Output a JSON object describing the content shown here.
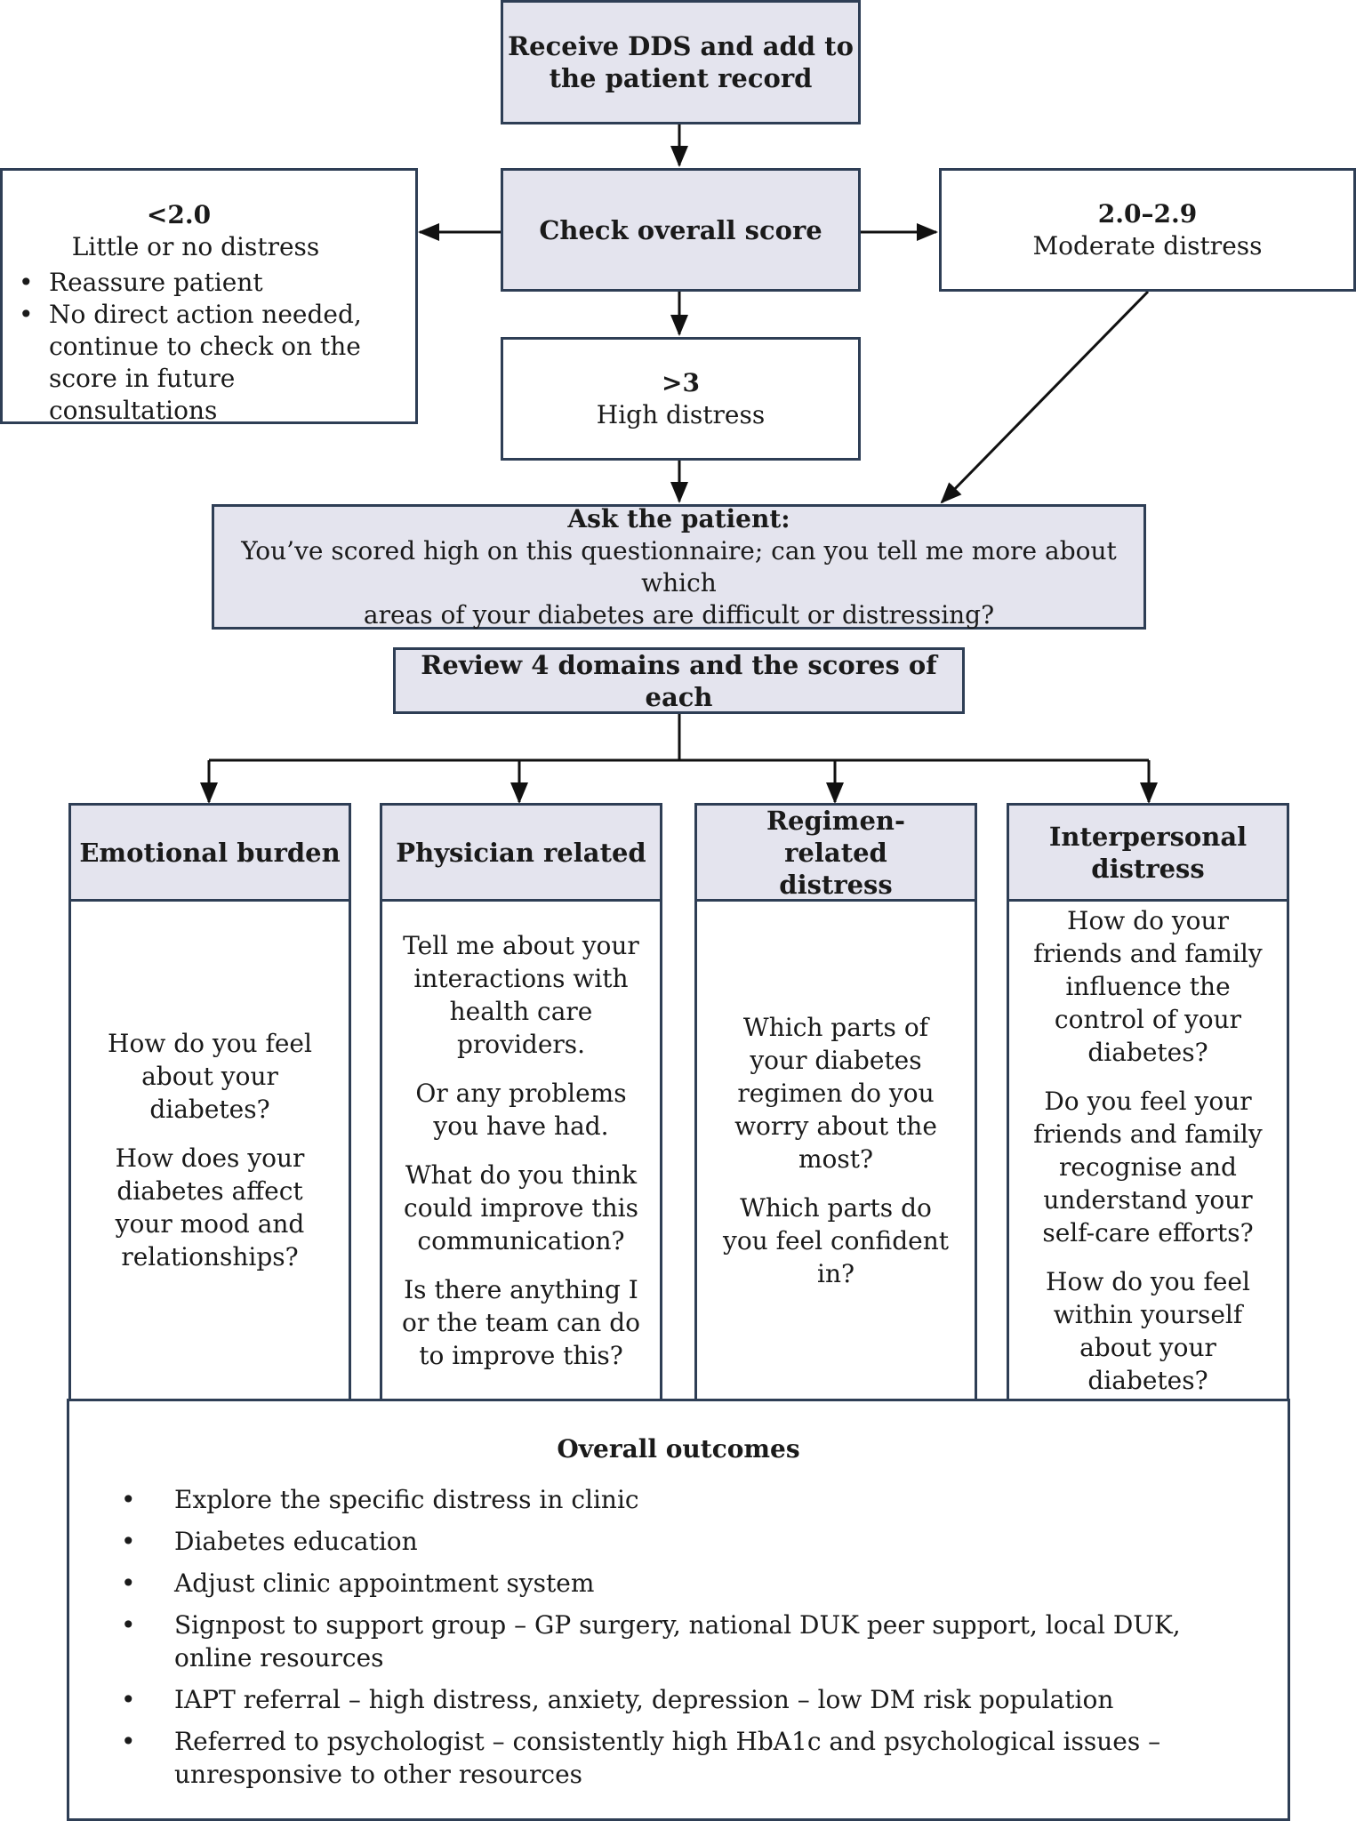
{
  "start": {
    "line1": "Receive DDS and add to",
    "line2": "the patient record"
  },
  "check": {
    "label": "Check overall score"
  },
  "low": {
    "score": "<2.0",
    "label": "Little or no distress",
    "bullets": [
      "Reassure patient",
      "No direct action needed, continue to check on the score in future consultations"
    ]
  },
  "moderate": {
    "score": "2.0–2.9",
    "label": "Moderate distress"
  },
  "high": {
    "score": ">3",
    "label": "High distress"
  },
  "ask": {
    "title": "Ask the patient:",
    "line1": "You’ve scored high on this questionnaire; can you tell me more about which",
    "line2": "areas of your diabetes are difficult or distressing?"
  },
  "review": {
    "label": "Review 4 domains and the scores of each"
  },
  "domains": [
    {
      "title": "Emotional burden",
      "questions": [
        "How do you feel about your diabetes?",
        "How does your diabetes affect your mood and relationships?"
      ]
    },
    {
      "title": "Physician related",
      "questions": [
        "Tell me about your interactions with health care providers.",
        "Or any problems you have had.",
        "What do you think could improve this communication?",
        "Is there anything I or the team can do to improve this?"
      ]
    },
    {
      "title": "Regimen-related distress",
      "questions": [
        "Which parts of your diabetes regimen do you worry about the most?",
        "Which parts do you feel confident in?"
      ]
    },
    {
      "title": "Interpersonal distress",
      "questions": [
        "How do your friends and family influence the control of your diabetes?",
        "Do you feel your friends and family recognise and understand your self-care efforts?",
        "How do you feel within yourself about your diabetes?"
      ]
    }
  ],
  "outcomes": {
    "title": "Overall outcomes",
    "items": [
      "Explore the specific distress in clinic",
      "Diabetes education",
      "Adjust clinic appointment system",
      "Signpost to support group – GP surgery, national DUK peer support, local DUK, online resources",
      "IAPT referral – high distress, anxiety, depression – low DM risk population",
      "Referred to psychologist – consistently high HbA1c and psychological issues – unresponsive to other resources"
    ]
  },
  "colors": {
    "border": "#2e3e55",
    "fill": "#e4e4ee",
    "arrow": "#111111"
  }
}
